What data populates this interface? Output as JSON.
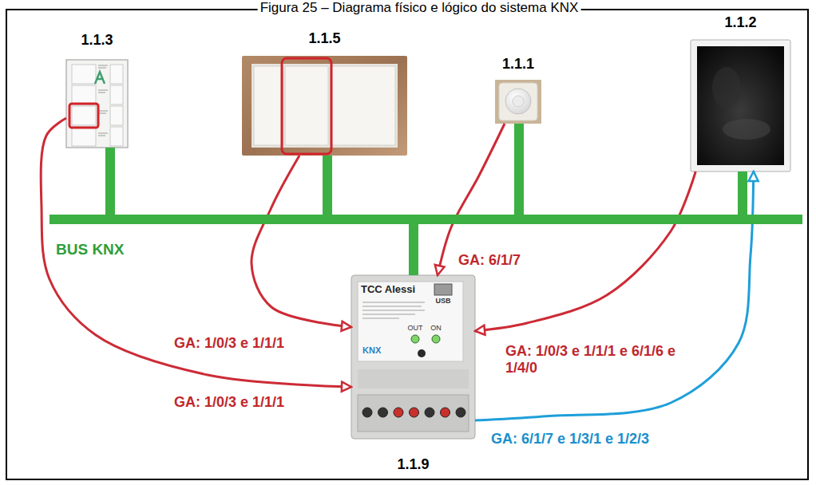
{
  "diagram": {
    "title": "Figura 25 – Diagrama físico e lógico do sistema KNX",
    "nodes": [
      {
        "text": [
          "1.1.3"
        ]
      },
      {
        "text": [
          "1.1.5"
        ]
      },
      {
        "text": [
          "1.1.1"
        ]
      },
      {
        "text": [
          "1.1.2"
        ]
      },
      {
        "text": [
          "BUS KNX"
        ]
      },
      {
        "text": [
          "1.1.9",
          "TCC Alessi",
          "USB",
          "OUT",
          "ON",
          "KNX"
        ]
      }
    ],
    "edges": [
      {
        "from": 0,
        "to": 5,
        "arrow": "to",
        "label": "GA: 1/0/3 e 1/1/1"
      },
      {
        "from": 1,
        "to": 5,
        "arrow": "to",
        "label": "GA: 1/0/3 e 1/1/1"
      },
      {
        "from": 2,
        "to": 5,
        "arrow": "to",
        "label": "GA: 6/1/7"
      },
      {
        "from": 3,
        "to": 5,
        "arrow": "to",
        "label": "GA: 1/0/3 e 1/1/1 e 6/1/6 e 1/4/0"
      },
      {
        "from": 5,
        "to": 3,
        "arrow": "to",
        "label": "GA: 6/1/7 e 1/3/1 e 1/2/3"
      },
      {
        "from": 0,
        "to": 4,
        "arrow": "none"
      },
      {
        "from": 1,
        "to": 4,
        "arrow": "none"
      },
      {
        "from": 2,
        "to": 4,
        "arrow": "none"
      },
      {
        "from": 3,
        "to": 4,
        "arrow": "none"
      },
      {
        "from": 5,
        "to": 4,
        "arrow": "none"
      }
    ]
  }
}
